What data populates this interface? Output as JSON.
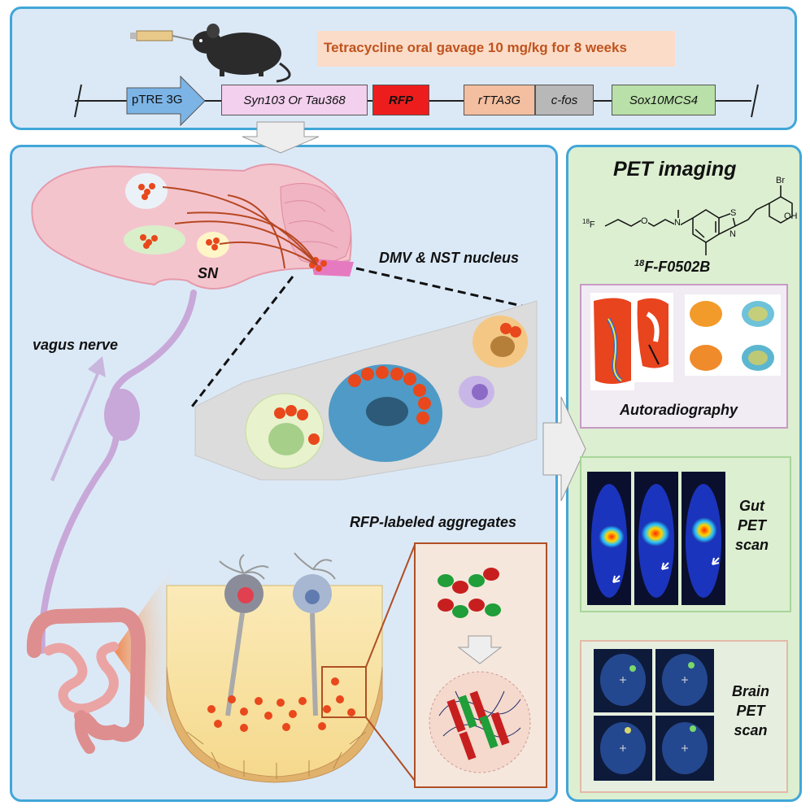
{
  "top": {
    "treatment": "Tetracycline oral gavage 10 mg/kg for 8 weeks",
    "construct": {
      "promoter": "pTRE 3G",
      "gene": "Syn103  Or Tau368",
      "reporter": "RFP",
      "transactivator": "rTTA3G",
      "cfos": "c-fos",
      "sox": "Sox10MCS4"
    }
  },
  "main": {
    "sn_label": "SN",
    "dmv_label": "DMV & NST nucleus",
    "vagus_label": "vagus nerve",
    "aggregates_label": "RFP-labeled aggregates"
  },
  "pet": {
    "title": "PET imaging",
    "compound_label_sup": "18",
    "compound_label": "F-F0502B",
    "chem": {
      "fluoro": "F",
      "fluoro_sup": "18",
      "oxygen": "O",
      "nitrogen_ring": "N",
      "sulfur": "S",
      "bromine": "Br",
      "hydroxyl": "OH"
    },
    "autoradiography_label": "Autoradiography",
    "gut_label": [
      "Gut",
      "PET",
      "scan"
    ],
    "brain_label": [
      "Brain",
      "PET",
      "scan"
    ]
  },
  "colors": {
    "panel_border": "#41a6d8",
    "panel_fill": "#dbe9f7",
    "pet_fill": "#dcefd1",
    "aggregate_red": "#e8481c",
    "nerve_purple": "#c8a8d8",
    "treatment_text": "#c0531e"
  }
}
